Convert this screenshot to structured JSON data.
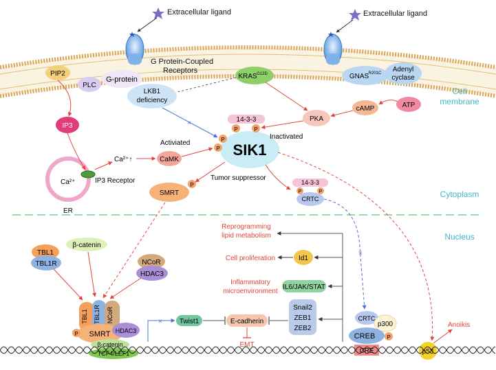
{
  "ligand_label": "Extracellular ligand",
  "gpcr_label_line1": "G Protein-Coupled",
  "gpcr_label_line2": "Receptors",
  "regions": {
    "cell_membrane_line1": "Cell",
    "cell_membrane_line2": "membrane",
    "cytoplasm": "Cytoplasm",
    "nucleus": "Nucleus"
  },
  "nodes": {
    "pip2": "PIP2",
    "plc": "PLC",
    "g_protein": "G-protein",
    "ip3": "IP3",
    "lkb1_line1": "LKB1",
    "lkb1_line2": "deficiency",
    "kras": "KRAS",
    "kras_sup": "G12D",
    "gnas": "GNAS",
    "gnas_sup": "R201C",
    "adenyl_line1": "Adenyl",
    "adenyl_line2": "cyclase",
    "camp": "cAMP",
    "atp": "ATP",
    "pka": "PKA",
    "camk": "CaMK",
    "sik1": "SIK1",
    "p_label": "P",
    "fourteen33": "14-3-3",
    "smrt": "SMRT",
    "crtc": "CRTC",
    "ca2_up": "Ca²⁺↑",
    "ca2": "Ca²⁺",
    "er": "ER",
    "ip3_receptor": "IP3 Receptor",
    "tbl1": "TBL1",
    "tbl1r": "TBL1R",
    "beta_catenin": "β-catenin",
    "ncor": "NCoR",
    "hdac3": "HDAC3",
    "tcf4": "TCF4/LEF1",
    "twist1": "Twist1",
    "e_cadherin": "E-cadherin",
    "emt": "EMT",
    "snail2": "Snail2",
    "zeb1": "ZEB1",
    "zeb2": "ZEB2",
    "id1": "Id1",
    "il6": "IL6/JAK/STAT",
    "creb": "CREB",
    "p300": "p300",
    "cre": "CRE",
    "p53": "p53"
  },
  "edge_labels": {
    "activiated": "Activiated",
    "inactivated": "Inactivated",
    "tumor_suppressor": "Tumor suppressor"
  },
  "outcomes": {
    "reprogramming_line1": "Reprogramming",
    "reprogramming_line2": "lipid metabolism",
    "cell_proliferation": "Cell proliferation",
    "inflammatory_line1": "Inflammatory",
    "inflammatory_line2": "microenvironment",
    "anoikis": "Anoikis"
  },
  "colors": {
    "membrane": "#d9a455",
    "activation_arrow": "#e0453c",
    "inhibition_arrow": "#4d6fd8",
    "sik1_fill": "#c9ecf6",
    "phospho_fill": "#f2a36a",
    "region_label": "#41b7c4"
  }
}
